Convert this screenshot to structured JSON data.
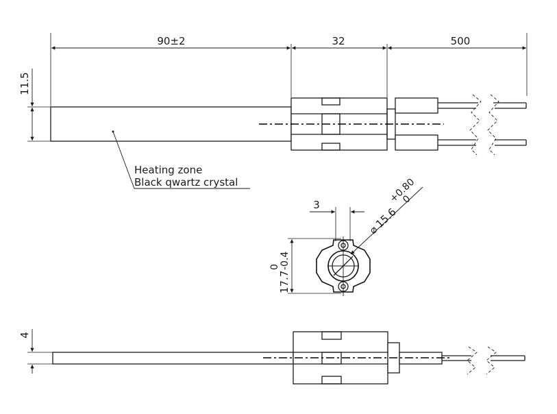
{
  "top_view": {
    "dim_heater_length": "90±2",
    "dim_body_length": "32",
    "dim_lead_length": "500",
    "dim_diameter": "11.5",
    "callout_line1": "Heating zone",
    "callout_line2": "Black qwartz crystal"
  },
  "end_view": {
    "dim_slot_width": "3",
    "dim_bore_symbol": "⌀",
    "dim_bore_value": "15.6",
    "dim_bore_tol_upper": "+0.80",
    "dim_bore_tol_lower": "0",
    "dim_height_tol_upper": "0",
    "dim_height_value": "17.7",
    "dim_height_tol_lower": "-0.4"
  },
  "side_view": {
    "dim_thickness": "4"
  }
}
